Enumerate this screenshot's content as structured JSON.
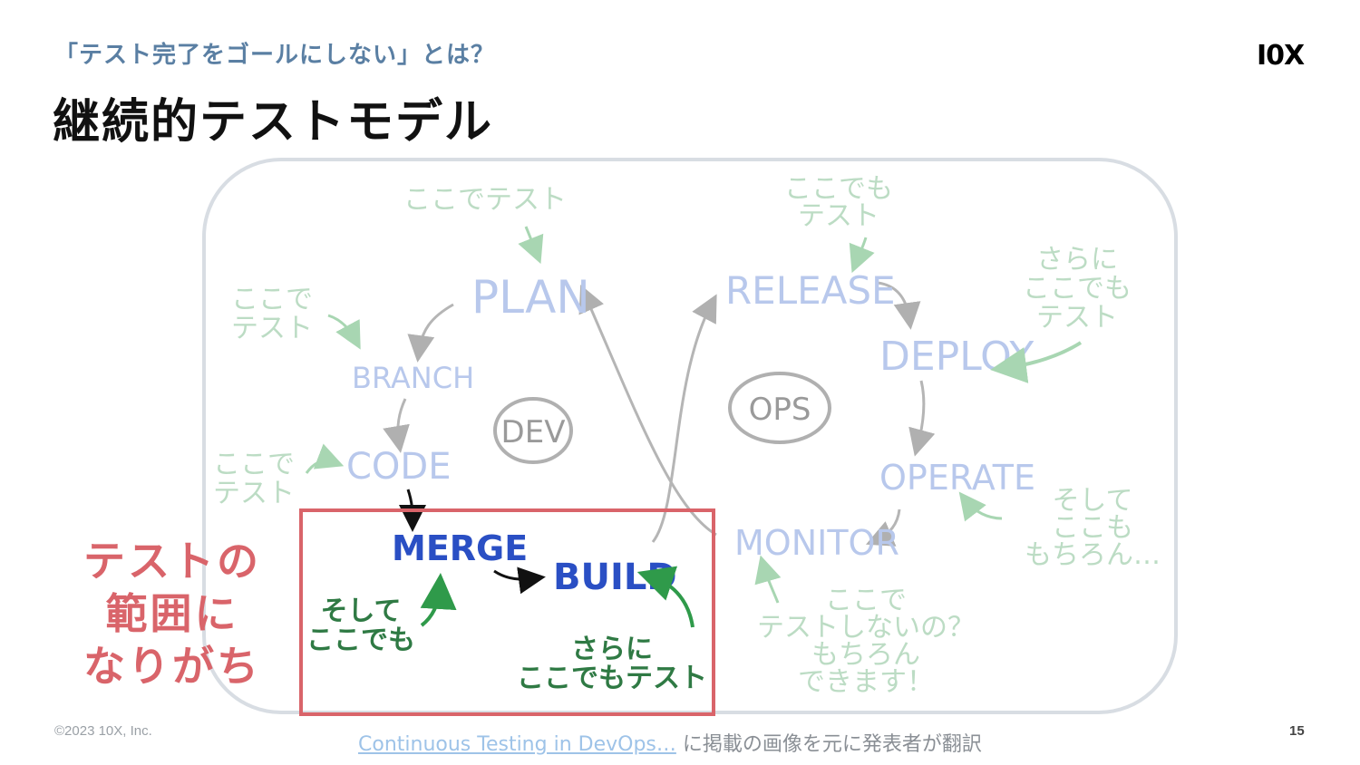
{
  "header": {
    "subtitle": "「テスト完了をゴールにしない」とは？",
    "title": "継続的テストモデル",
    "logo": "I0X"
  },
  "diagram": {
    "dev_label": "DEV",
    "ops_label": "OPS",
    "stages": {
      "plan": "PLAN",
      "branch": "BRANCH",
      "code": "CODE",
      "merge": "MERGE",
      "build": "BUILD",
      "release": "RELEASE",
      "deploy": "DEPLOY",
      "operate": "OPERATE",
      "monitor": "MONITOR"
    },
    "notes": {
      "plan_note": [
        "ここでテスト"
      ],
      "branch_note": [
        "ここで",
        "テスト"
      ],
      "code_note": [
        "ここで",
        "テスト"
      ],
      "merge_note": [
        "そして",
        "ここでも"
      ],
      "build_note": [
        "さらに",
        "ここでもテスト"
      ],
      "release_note": [
        "ここでも",
        "テスト"
      ],
      "deploy_note": [
        "さらに",
        "ここでも",
        "テスト"
      ],
      "operate_note": [
        "そして",
        "ここも",
        "もちろん…"
      ],
      "monitor_note": [
        "ここで",
        "テストしないの？",
        "もちろん",
        "できます！"
      ]
    },
    "colors": {
      "faded_stage": "#b8c8ec",
      "active_stage": "#2a4fc4",
      "faded_note": "#bcdcc4",
      "active_note": "#2f7a44",
      "highlight_box": "#d9646a",
      "loop_border": "#d8dde3"
    }
  },
  "callout": [
    "テストの",
    "範囲に",
    "なりがち"
  ],
  "footer": {
    "copyright": "©2023 10X, Inc.",
    "source_link": "Continuous Testing in DevOps…",
    "source_suffix": " に掲載の画像を元に発表者が翻訳",
    "page_number": "15"
  }
}
